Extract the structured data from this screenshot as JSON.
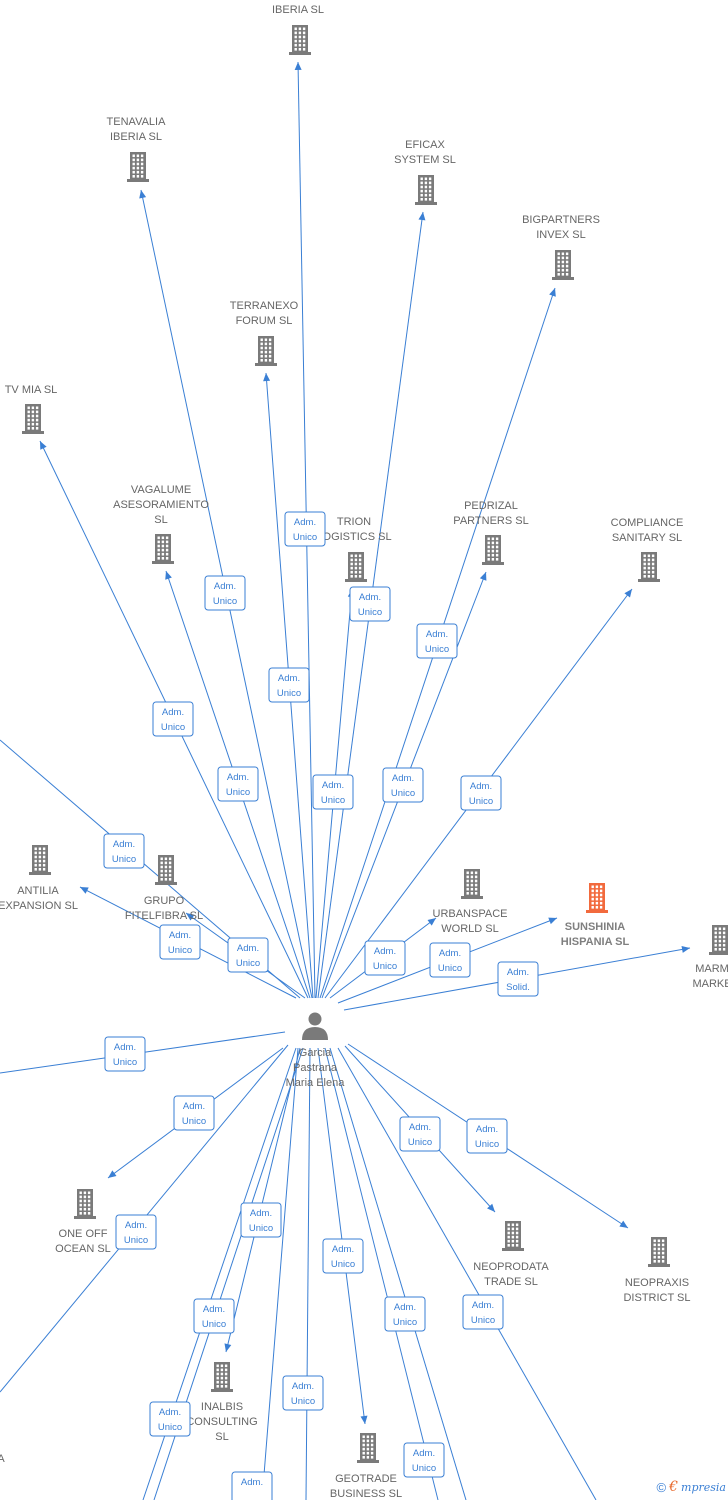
{
  "colors": {
    "edge": "#3a7fd4",
    "building": "#7a7a7a",
    "highlight_building": "#f26a3d",
    "label": "#666666"
  },
  "person": {
    "lines": [
      "Garcia",
      "Pastrana",
      "Maria Elena"
    ],
    "icon": "person-icon"
  },
  "nodes": [
    {
      "id": "iberia",
      "lines": [
        "IBERIA  SL"
      ]
    },
    {
      "id": "tenavalia",
      "lines": [
        "TENAVALIA",
        "IBERIA  SL"
      ]
    },
    {
      "id": "eficax",
      "lines": [
        "EFICAX",
        "SYSTEM SL"
      ]
    },
    {
      "id": "bigpartners",
      "lines": [
        "BIGPARTNERS",
        "INVEX  SL"
      ]
    },
    {
      "id": "terranexo",
      "lines": [
        "TERRANEXO",
        "FORUM  SL"
      ]
    },
    {
      "id": "tvmia",
      "lines": [
        "TV MIA  SL"
      ]
    },
    {
      "id": "vagalume",
      "lines": [
        "VAGALUME",
        "ASESORAMIENTO",
        "SL"
      ]
    },
    {
      "id": "trion",
      "lines": [
        "TRION",
        "LOGISTICS  SL"
      ]
    },
    {
      "id": "pedrizal",
      "lines": [
        "PEDRIZAL",
        "PARTNERS  SL"
      ]
    },
    {
      "id": "compliance",
      "lines": [
        "COMPLIANCE",
        "SANITARY  SL"
      ]
    },
    {
      "id": "antilia",
      "lines": [
        "ANTILIA",
        "EXPANSION  SL"
      ]
    },
    {
      "id": "grupo",
      "lines": [
        "GRUPO",
        "FITELFIBRA  SL"
      ]
    },
    {
      "id": "urbanspace",
      "lines": [
        "URBANSPACE",
        "WORLD  SL"
      ]
    },
    {
      "id": "sunshinia",
      "lines": [
        "SUNSHINIA",
        "HISPANIA  SL"
      ],
      "highlight": true
    },
    {
      "id": "marm",
      "lines": [
        "MARM",
        "MARKE"
      ]
    },
    {
      "id": "oneoff",
      "lines": [
        "ONE OFF",
        "OCEAN  SL"
      ]
    },
    {
      "id": "neoprodata",
      "lines": [
        "NEOPRODATA",
        "TRADE  SL"
      ]
    },
    {
      "id": "neopraxis",
      "lines": [
        "NEOPRAXIS",
        "DISTRICT  SL"
      ]
    },
    {
      "id": "inalbis",
      "lines": [
        "INALBIS",
        "CONSULTING",
        "SL"
      ]
    },
    {
      "id": "geotrade",
      "lines": [
        "GEOTRADE",
        "BUSINESS  SL"
      ]
    },
    {
      "id": "edge_a",
      "lines": [
        "A"
      ]
    }
  ],
  "badges": [
    {
      "lines": [
        "Adm.",
        "Unico"
      ]
    },
    {
      "lines": [
        "Adm.",
        "Unico"
      ]
    },
    {
      "lines": [
        "Adm.",
        "Unico"
      ]
    },
    {
      "lines": [
        "Adm.",
        "Unico"
      ]
    },
    {
      "lines": [
        "Adm.",
        "Unico"
      ]
    },
    {
      "lines": [
        "Adm.",
        "Unico"
      ]
    },
    {
      "lines": [
        "Adm.",
        "Unico"
      ]
    },
    {
      "lines": [
        "Adm.",
        "Unico"
      ]
    },
    {
      "lines": [
        "Adm.",
        "Unico"
      ]
    },
    {
      "lines": [
        "Adm.",
        "Unico"
      ]
    },
    {
      "lines": [
        "Adm.",
        "Unico"
      ]
    },
    {
      "lines": [
        "Adm.",
        "Unico"
      ]
    },
    {
      "lines": [
        "Adm.",
        "Unico"
      ]
    },
    {
      "lines": [
        "Adm.",
        "Unico"
      ]
    },
    {
      "lines": [
        "Adm.",
        "Unico"
      ]
    },
    {
      "lines": [
        "Adm.",
        "Solid."
      ]
    },
    {
      "lines": [
        "Adm.",
        "Unico"
      ]
    },
    {
      "lines": [
        "Adm.",
        "Unico"
      ]
    },
    {
      "lines": [
        "Adm.",
        "Unico"
      ]
    },
    {
      "lines": [
        "Adm.",
        "Unico"
      ]
    },
    {
      "lines": [
        "Adm.",
        "Unico"
      ]
    },
    {
      "lines": [
        "Adm.",
        "Unico"
      ]
    },
    {
      "lines": [
        "Adm.",
        "Unico"
      ]
    },
    {
      "lines": [
        "Adm.",
        "Unico"
      ]
    },
    {
      "lines": [
        "Adm.",
        "Unico"
      ]
    },
    {
      "lines": [
        "Adm.",
        "Unico"
      ]
    },
    {
      "lines": [
        "Adm.",
        "Unico"
      ]
    },
    {
      "lines": [
        "Adm.",
        "Unico"
      ]
    },
    {
      "lines": [
        "Adm.",
        "Unico"
      ]
    },
    {
      "lines": [
        "Adm."
      ]
    }
  ],
  "footer": {
    "copyright": "©",
    "brand_initial": "€",
    "brand": "mpresia"
  }
}
